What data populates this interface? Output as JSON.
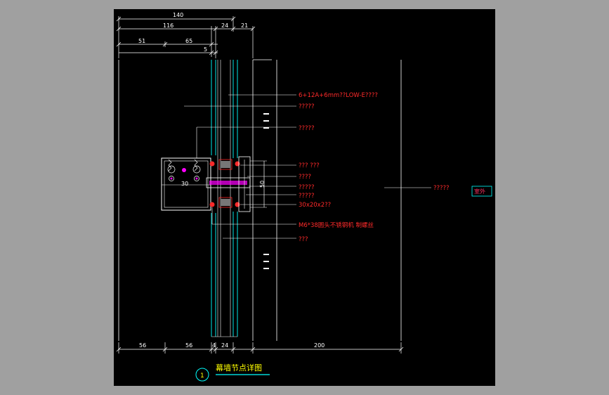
{
  "dimensions": {
    "top": {
      "d140": "140",
      "d116": "116",
      "d24": "24",
      "d21": "21",
      "d51": "51",
      "d65": "65",
      "d5": "5"
    },
    "bottom": {
      "d56a": "56",
      "d56b": "56",
      "d4": "4",
      "d24": "24",
      "d200": "200"
    },
    "inner": {
      "d30": "30",
      "d50": "50"
    }
  },
  "labels": {
    "glass": "6+12A+6mm??LOW-E????",
    "l2": "?????",
    "l3": "?????",
    "l4": "???  ???",
    "l5": "????",
    "l6": "?????",
    "l7": "?????",
    "l8": "30x20x2??",
    "l9": "M6*38圆头不锈钢机 制螺丝",
    "l10": "???",
    "l11": "?????"
  },
  "outside_tag": "室外",
  "title": {
    "number": "1",
    "text": "幕墙节点详图"
  },
  "colors": {
    "background": "#000000",
    "frame": "#a0a0a0",
    "lines": "#ffffff",
    "glass": "#00ffff",
    "labels": "#ff2a2a",
    "accent": "#ff00ff",
    "title": "#ffff00"
  }
}
